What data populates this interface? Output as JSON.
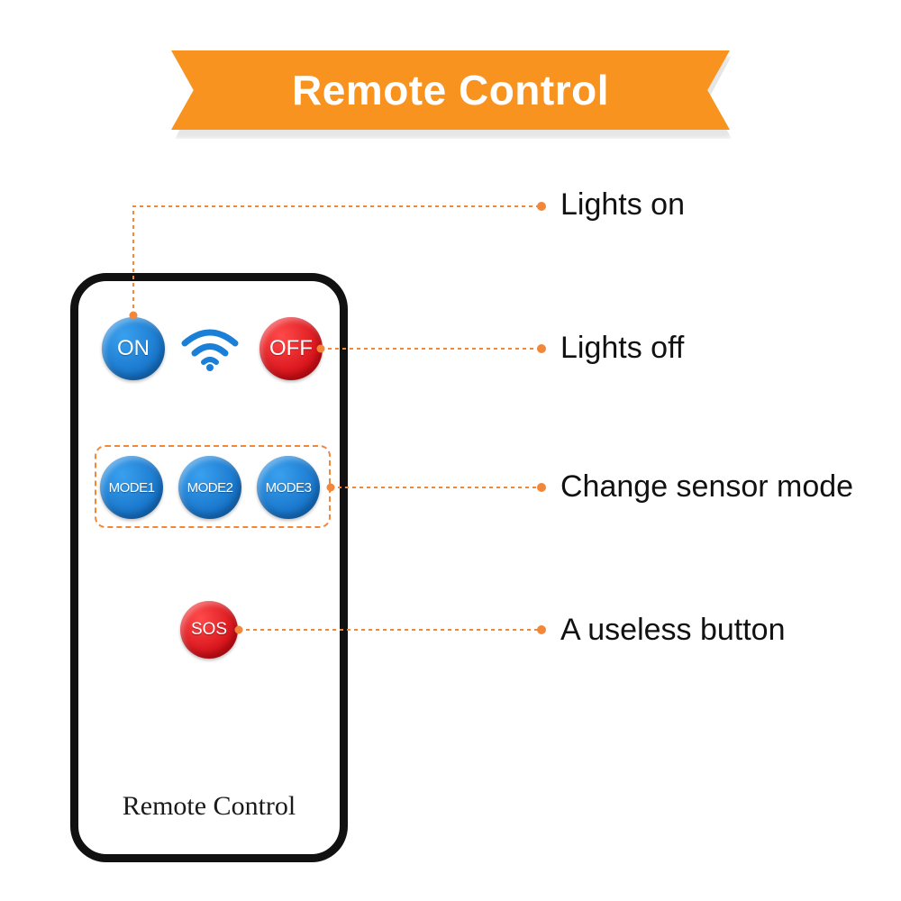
{
  "banner": {
    "title": "Remote Control"
  },
  "remote": {
    "brand_text": "Remote Control",
    "buttons": {
      "on": "ON",
      "off": "OFF",
      "mode1": "MODE1",
      "mode2": "MODE2",
      "mode3": "MODE3",
      "sos": "SOS"
    },
    "signal_icon": "wifi-icon"
  },
  "callouts": {
    "lights_on": "Lights on",
    "lights_off": "Lights off",
    "change_mode": "Change sensor mode",
    "useless_button": "A useless button"
  },
  "colors": {
    "accent": "#f7931e",
    "leader_line": "#f2873a",
    "button_blue": "#1673c9",
    "button_red": "#d40f17"
  }
}
